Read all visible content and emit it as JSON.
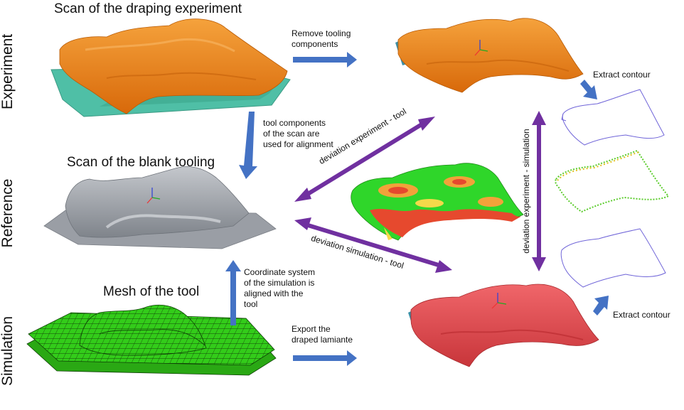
{
  "rows": {
    "experiment": "Experiment",
    "reference": "Reference",
    "simulation": "Simulation"
  },
  "titles": {
    "scan_experiment": "Scan of the draping experiment",
    "scan_blank": "Scan of the blank tooling",
    "mesh_tool": "Mesh of the tool"
  },
  "labels": {
    "remove_tooling": "Remove tooling\ncomponents",
    "tool_components": "tool components\n of the scan are\nused for alignment",
    "coordinate_system": "Coordinate system\nof the simulation is\naligned with the\ntool",
    "export_draped": "Export the\ndraped lamiante",
    "extract_contour_top": "Extract contour",
    "extract_contour_bottom": "Extract contour",
    "deviation_exp_tool": "deviation experiment - tool",
    "deviation_sim_tool": "deviation simulation - tool",
    "deviation_exp_sim": "deviation experiment - simulation"
  },
  "colors": {
    "arrow_blue": "#4472c4",
    "arrow_purple": "#7030a0",
    "experiment_orange": "#f07d10",
    "teal_base": "#4fbfa6",
    "tool_gray": "#a9adb3",
    "mesh_green": "#33cc1a",
    "sim_red": "#e8474b",
    "contour_blue": "#6f64d8"
  }
}
